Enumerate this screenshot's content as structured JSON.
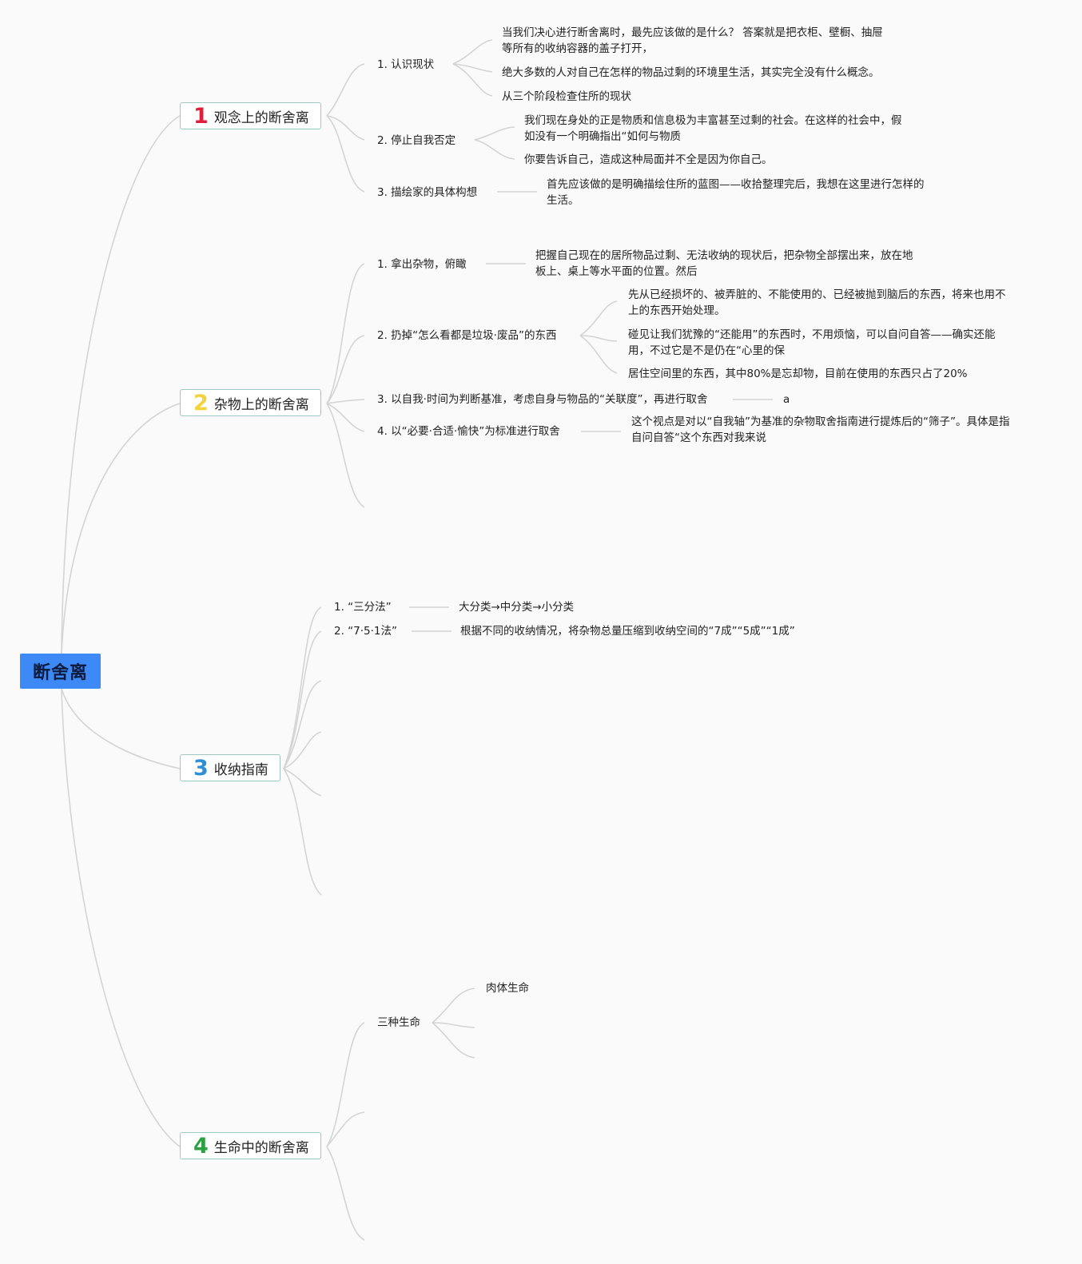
{
  "root": "断舍离",
  "colors": {
    "root_bg": "#3d8af7",
    "num1": "#e0203a",
    "num2": "#f3d23c",
    "num3": "#2d8fd5",
    "num4": "#2da043",
    "lines": "#d4d4d4",
    "branch_border": "#9ec9c0"
  },
  "branches": [
    {
      "num": "1",
      "label": "观念上的断舍离",
      "children": [
        {
          "label": "1.  认识现状",
          "details": [
            "当我们决心进行断舍离时，最先应该做的是什么？ 答案就是把衣柜、壁橱、抽屉",
            "等所有的收纳容器的盖子打开，",
            "绝大多数的人对自己在怎样的物品过剩的环境里生活，其实完全没有什么概念。",
            "从三个阶段检查住所的现状"
          ]
        },
        {
          "label": "2.  停止自我否定",
          "details": [
            "我们现在身处的正是物质和信息极为丰富甚至过剩的社会。在这样的社会中，假",
            "如没有一个明确指出“如何与物质",
            "你要告诉自己，造成这种局面并不全是因为你自己。"
          ]
        },
        {
          "label": "3.  描绘家的具体构想",
          "details": [
            "首先应该做的是明确描绘住所的蓝图——收拾整理完后，我想在这里进行怎样的",
            "生活。"
          ]
        }
      ]
    },
    {
      "num": "2",
      "label": "杂物上的断舍离",
      "children": [
        {
          "label": "1.  拿出杂物，俯瞰",
          "details": [
            "把握自己现在的居所物品过剩、无法收纳的现状后，把杂物全部摆出来，放在地",
            "板上、桌上等水平面的位置。然后"
          ]
        },
        {
          "label": "2.  扔掉“怎么看都是垃圾·废品”的东西",
          "details": [
            "先从已经损坏的、被弄脏的、不能使用的、已经被抛到脑后的东西，将来也用不",
            "上的东西开始处理。",
            "碰见让我们犹豫的“还能用”的东西时，不用烦恼，可以自问自答——确实还能",
            "用，不过它是不是仍在“心里的保",
            "居住空间里的东西，其中80%是忘却物，目前在使用的东西只占了20%"
          ]
        },
        {
          "label": "3.  以自我·时间为判断基准，考虑自身与物品的“关联度”，再进行取舍",
          "details": [
            "a"
          ]
        },
        {
          "label": "4.  以“必要·合适·愉快”为标准进行取舍",
          "details": [
            "这个视点是对以“自我轴”为基准的杂物取舍指南进行提炼后的“筛子”。具体是指",
            "自问自答“这个东西对我来说"
          ]
        }
      ]
    },
    {
      "num": "3",
      "label": "收纳指南",
      "children": [
        {
          "label": "1.  “三分法”",
          "details": [
            "大分类→中分类→小分类"
          ]
        },
        {
          "label": "2.  “7·5·1法”",
          "details": [
            "根据不同的收纳情况，将杂物总量压缩到收纳空间的“7成”“5成”“1成”"
          ]
        }
      ]
    },
    {
      "num": "4",
      "label": "生命中的断舍离",
      "children": [
        {
          "label": "三种生命",
          "details": [
            "肉体生命"
          ]
        }
      ]
    }
  ]
}
